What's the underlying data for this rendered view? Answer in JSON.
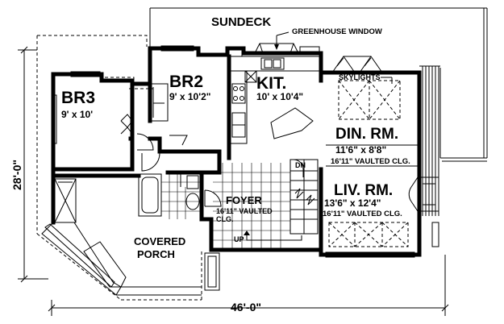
{
  "labels": {
    "sundeck": "SUNDECK",
    "greenhouse_window": "GREENHOUSE WINDOW",
    "skylights": "SKYLIGHTS",
    "br3_name": "BR3",
    "br3_size": "9' x 10'",
    "br2_name": "BR2",
    "br2_size": "9' x 10'2\"",
    "kit_name": "KIT.",
    "kit_size": "10' x 10'4\"",
    "din_name": "DIN. RM.",
    "din_size": "11'6\" x 8'8\"",
    "din_clg": "16'11\" VAULTED CLG.",
    "liv_name": "LIV. RM.",
    "liv_size": "13'6\" x 12'4\"",
    "liv_clg": "16'11\" VAULTED CLG.",
    "foyer_name": "FOYER",
    "foyer_clg1": "16'11\" VAULTED",
    "foyer_clg2": "CLG.",
    "dn": "DN",
    "up": "UP",
    "porch1": "COVERED",
    "porch2": "PORCH",
    "dim_width": "46'-0\"",
    "dim_depth": "28'-0\""
  }
}
